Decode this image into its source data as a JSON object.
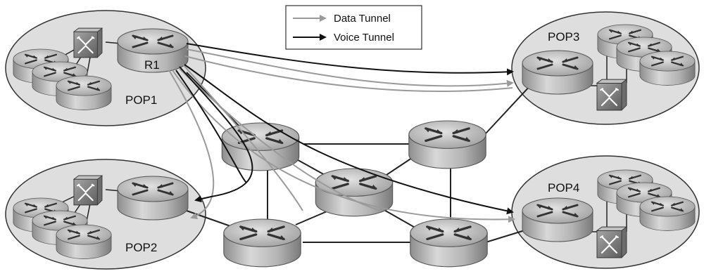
{
  "legend": {
    "data_tunnel_label": "Data Tunnel",
    "voice_tunnel_label": "Voice Tunnel",
    "data_color": "#9a9a9a",
    "voice_color": "#111111"
  },
  "pops": {
    "pop1": "POP1",
    "pop2": "POP2",
    "pop3": "POP3",
    "pop4": "POP4"
  },
  "routers": {
    "r1": "R1"
  },
  "icons": {
    "router": "router-icon",
    "switch": "switch-icon"
  }
}
